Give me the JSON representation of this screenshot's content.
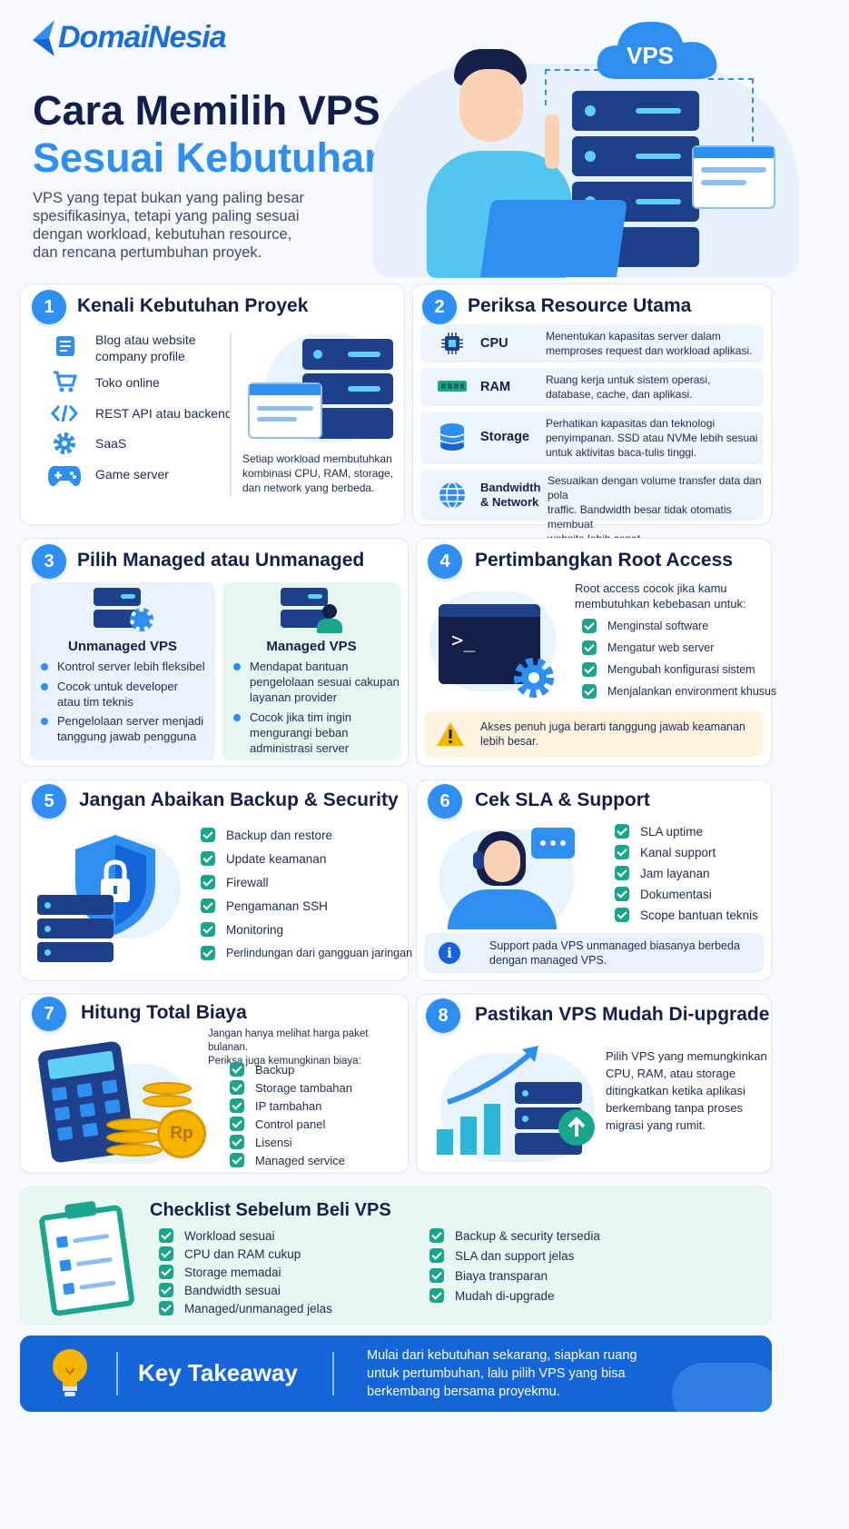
{
  "brand": {
    "name": "DomaiNesia"
  },
  "hero": {
    "title_line1": "Cara Memilih VPS",
    "title_line2": "Sesuai Kebutuhan",
    "subtitle_lines": [
      "VPS yang tepat bukan yang paling besar",
      "spesifikasinya, tetapi yang paling sesuai",
      "dengan workload, kebutuhan resource,",
      "dan rencana pertumbuhan proyek."
    ],
    "cloud_label": "VPS"
  },
  "colors": {
    "primary": "#2e8ff0",
    "navy": "#10204a",
    "teal": "#1aa58d",
    "accent_light": "#e7f3fd",
    "warning_bg": "#fdf3de",
    "banner": "#1565d8"
  },
  "section1": {
    "number": "1",
    "title": "Kenali Kebutuhan Proyek",
    "items": [
      {
        "icon": "document-icon",
        "label_lines": [
          "Blog atau website",
          "company profile"
        ]
      },
      {
        "icon": "cart-icon",
        "label_lines": [
          "Toko online"
        ]
      },
      {
        "icon": "code-icon",
        "label_lines": [
          "REST API atau backend"
        ]
      },
      {
        "icon": "gear-icon",
        "label_lines": [
          "SaaS"
        ]
      },
      {
        "icon": "gamepad-icon",
        "label_lines": [
          "Game server"
        ]
      }
    ],
    "note_lines": [
      "Setiap workload membutuhkan",
      "kombinasi CPU, RAM, storage,",
      "dan network yang berbeda."
    ]
  },
  "section2": {
    "number": "2",
    "title": "Periksa Resource Utama",
    "rows": [
      {
        "icon": "cpu-icon",
        "name_lines": [
          "CPU"
        ],
        "desc_lines": [
          "Menentukan kapasitas server dalam",
          "memproses request dan workload aplikasi."
        ]
      },
      {
        "icon": "ram-icon",
        "name_lines": [
          "RAM"
        ],
        "desc_lines": [
          "Ruang kerja untuk sistem operasi,",
          "database, cache, dan aplikasi."
        ]
      },
      {
        "icon": "storage-icon",
        "name_lines": [
          "Storage"
        ],
        "desc_lines": [
          "Perhatikan kapasitas dan teknologi",
          "penyimpanan. SSD atau NVMe lebih sesuai",
          "untuk aktivitas baca-tulis tinggi."
        ]
      },
      {
        "icon": "globe-icon",
        "name_lines": [
          "Bandwidth",
          "& Network"
        ],
        "desc_lines": [
          "Sesuaikan dengan volume transfer data dan pola",
          "traffic. Bandwidth besar tidak otomatis membuat",
          "website lebih cepat."
        ]
      }
    ]
  },
  "section3": {
    "number": "3",
    "title": "Pilih Managed atau Unmanaged",
    "unmanaged": {
      "title": "Unmanaged VPS",
      "points": [
        [
          "Kontrol server lebih fleksibel"
        ],
        [
          "Cocok untuk developer",
          "atau tim teknis"
        ],
        [
          "Pengelolaan server menjadi",
          "tanggung jawab pengguna"
        ]
      ]
    },
    "managed": {
      "title": "Managed VPS",
      "points": [
        [
          "Mendapat bantuan",
          "pengelolaan sesuai cakupan",
          "layanan provider"
        ],
        [
          "Cocok jika tim ingin",
          "mengurangi beban",
          "administrasi server"
        ]
      ]
    }
  },
  "section4": {
    "number": "4",
    "title": "Pertimbangkan Root Access",
    "intro_lines": [
      "Root access cocok jika kamu",
      "membutuhkan kebebasan untuk:"
    ],
    "terminal_prompt": ">_",
    "items": [
      "Menginstal software",
      "Mengatur web server",
      "Mengubah konfigurasi sistem",
      "Menjalankan environment khusus"
    ],
    "warning_lines": [
      "Akses penuh juga berarti tanggung jawab keamanan",
      "lebih besar."
    ]
  },
  "section5": {
    "number": "5",
    "title": "Jangan Abaikan Backup & Security",
    "items": [
      "Backup dan restore",
      "Update keamanan",
      "Firewall",
      "Pengamanan SSH",
      "Monitoring",
      "Perlindungan dari gangguan jaringan"
    ]
  },
  "section6": {
    "number": "6",
    "title": "Cek SLA & Support",
    "items": [
      "SLA uptime",
      "Kanal support",
      "Jam layanan",
      "Dokumentasi",
      "Scope bantuan teknis"
    ],
    "info_lines": [
      "Support pada VPS unmanaged biasanya berbeda",
      "dengan managed VPS."
    ]
  },
  "section7": {
    "number": "7",
    "title": "Hitung Total Biaya",
    "intro_lines": [
      "Jangan hanya melihat harga paket bulanan.",
      "Periksa juga kemungkinan biaya:"
    ],
    "items": [
      "Backup",
      "Storage tambahan",
      "IP tambahan",
      "Control panel",
      "Lisensi",
      "Managed service"
    ],
    "coin_label": "Rp"
  },
  "section8": {
    "number": "8",
    "title": "Pastikan VPS Mudah Di-upgrade",
    "text_lines": [
      "Pilih VPS yang memungkinkan",
      "CPU, RAM, atau storage",
      "ditingkatkan ketika aplikasi",
      "berkembang tanpa proses",
      "migrasi yang rumit."
    ]
  },
  "checklist": {
    "title": "Checklist Sebelum Beli VPS",
    "left": [
      "Workload sesuai",
      "CPU dan RAM cukup",
      "Storage memadai",
      "Bandwidth sesuai",
      "Managed/unmanaged jelas"
    ],
    "right": [
      "Backup & security tersedia",
      "SLA dan support jelas",
      "Biaya transparan",
      "Mudah di-upgrade"
    ]
  },
  "takeaway": {
    "title": "Key Takeaway",
    "text_lines": [
      "Mulai dari kebutuhan sekarang, siapkan ruang",
      "untuk pertumbuhan, lalu pilih VPS yang bisa",
      "berkembang bersama proyekmu."
    ]
  }
}
